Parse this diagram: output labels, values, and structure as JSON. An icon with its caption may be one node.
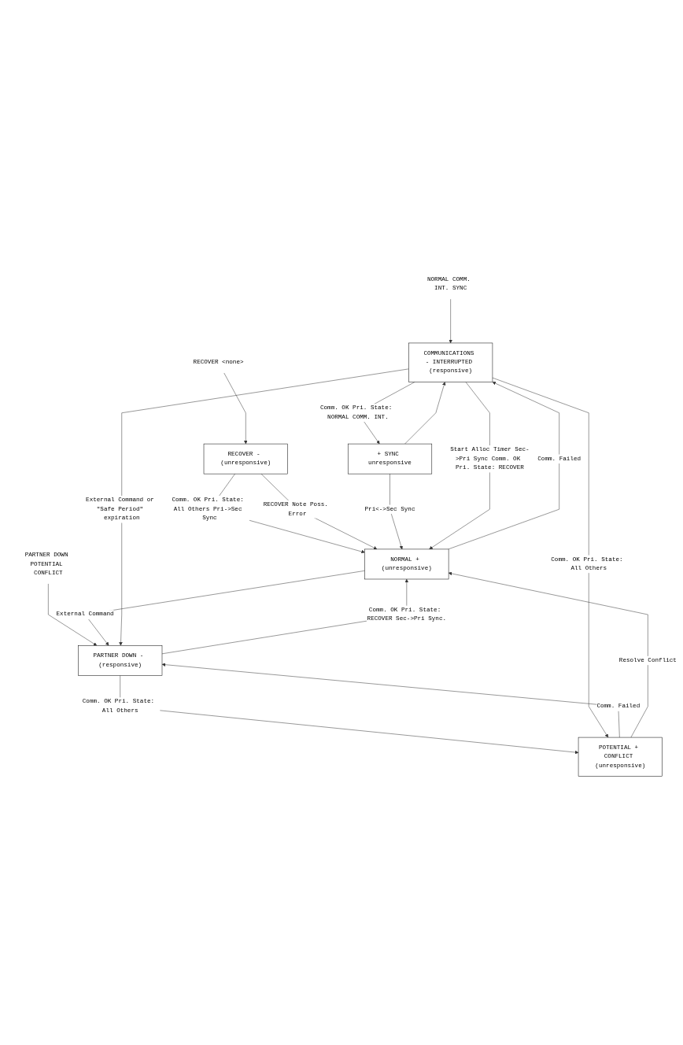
{
  "diagram": {
    "nodes": [
      {
        "text": [
          "NORMAL COMM. INT. SYNC"
        ]
      },
      {
        "text": [
          "RECOVER <none>"
        ]
      },
      {
        "text": [
          "PARTNER DOWN POTENTIAL CONFLICT"
        ]
      },
      {
        "text": [
          "RECOVER - (unresponsive)"
        ]
      },
      {
        "text": [
          "PARTNER DOWN - (responsive)"
        ]
      },
      {
        "text": [
          "POTENTIAL + CONFLICT (unresponsive)"
        ]
      },
      {
        "text": [
          "NORMAL + (unresponsive)"
        ]
      },
      {
        "text": [
          "+ SYNC unresponsive"
        ]
      },
      {
        "text": [
          "COMMUNICATIONS - INTERRUPTED (responsive)"
        ]
      }
    ],
    "edges": [
      {
        "from": 0,
        "to": 8,
        "arrow": "to"
      },
      {
        "from": 1,
        "to": 3,
        "arrow": "to"
      },
      {
        "from": 2,
        "to": 4,
        "arrow": "to"
      },
      {
        "from": 3,
        "to": 6,
        "arrow": "to",
        "label": "Comm. OK Pri. State: All Others Pri->Sec Sync"
      },
      {
        "from": 3,
        "to": 6,
        "arrow": "to",
        "label": "RECOVER Note Poss. Error"
      },
      {
        "from": 4,
        "to": 6,
        "arrow": "to",
        "label": "Comm. OK Pri. State: RECOVER Sec->Pri Sync."
      },
      {
        "from": 4,
        "to": 5,
        "arrow": "to",
        "label": "Comm. OK Pri. State: All Others"
      },
      {
        "from": 5,
        "to": 4,
        "arrow": "to",
        "label": "Comm. Failed"
      },
      {
        "from": 5,
        "to": 6,
        "arrow": "to",
        "label": "Resolve Conflict"
      },
      {
        "from": 7,
        "to": 6,
        "arrow": "to",
        "label": "Pri<->Sec Sync"
      },
      {
        "from": 6,
        "to": 4,
        "arrow": "to",
        "label": "External Command"
      },
      {
        "from": 6,
        "to": 8,
        "arrow": "to",
        "label": "Comm. Failed"
      },
      {
        "from": 7,
        "to": 8,
        "arrow": "to"
      },
      {
        "from": 8,
        "to": 6,
        "arrow": "to",
        "label": "Start Alloc Timer Sec->Pri Sync Comm. OK Pri. State: RECOVER"
      },
      {
        "from": 8,
        "to": 7,
        "arrow": "to",
        "label": "Comm. OK Pri. State: NORMAL COMM. INT."
      },
      {
        "from": 8,
        "to": 4,
        "arrow": "to",
        "label": "External Command or \"Safe Period\" expiration"
      },
      {
        "from": 8,
        "to": 5,
        "arrow": "to",
        "label": "Comm. OK Pri. State: All Others"
      }
    ]
  }
}
